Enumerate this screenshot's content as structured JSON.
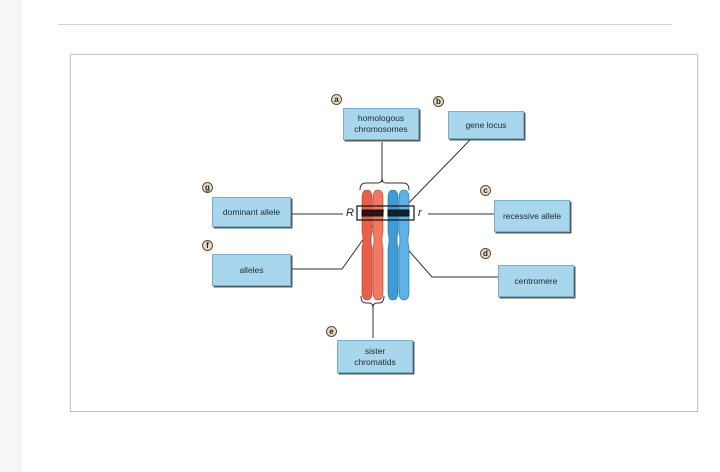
{
  "labels": {
    "a": {
      "letter": "a",
      "line1": "homologous",
      "line2": "chromosomes"
    },
    "b": {
      "letter": "b",
      "text": "gene locus"
    },
    "c": {
      "letter": "c",
      "text": "recessive allele"
    },
    "d": {
      "letter": "d",
      "text": "centromere"
    },
    "e": {
      "letter": "e",
      "line1": "sister",
      "line2": "chromatids"
    },
    "f": {
      "letter": "f",
      "text": "alleles"
    },
    "g": {
      "letter": "g",
      "text": "dominant allele"
    }
  },
  "alleles": {
    "dominant": "R",
    "recessive": "r"
  },
  "colors": {
    "label_fill": "#a8d6ec",
    "red_chromatid": "#e8604a",
    "blue_chromatid": "#3f9bd8",
    "leader_line": "#333333"
  }
}
